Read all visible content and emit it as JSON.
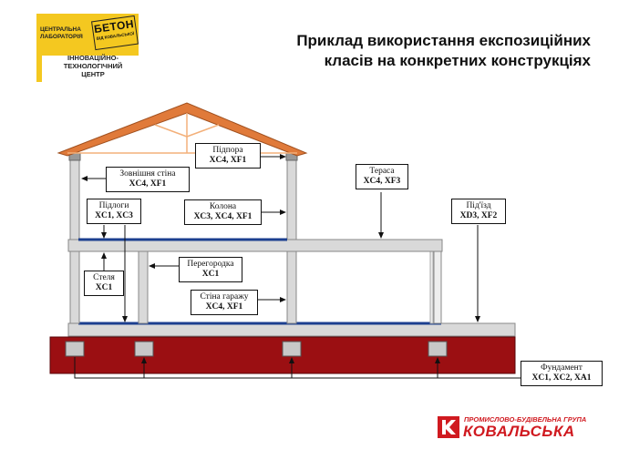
{
  "logo": {
    "lab_line1": "ЦЕНТРАЛЬНА",
    "lab_line2": "ЛАБОРАТОРІЯ",
    "badge": "БЕТОН",
    "badge_small": "ВІД КОВАЛЬСЬКОЇ",
    "center_line1": "ІННОВАЦІЙНО-",
    "center_line2": "ТЕХНОЛОГІЧНИЙ",
    "center_line3": "ЦЕНТР"
  },
  "title": {
    "line1": "Приклад використання експозиційних",
    "line2": "класів на конкретних конструкціях"
  },
  "labels": {
    "pidpora": {
      "name": "Підпора",
      "code": "XC4, XF1"
    },
    "zovnishnia": {
      "name": "Зовнішня стіна",
      "code": "XC4, XF1"
    },
    "terasa": {
      "name": "Тераса",
      "code": "XC4, XF3"
    },
    "pidlogy": {
      "name": "Підлоги",
      "code": "XC1, XC3"
    },
    "kolona": {
      "name": "Колона",
      "code": "XC3, XC4, XF1"
    },
    "pidizd": {
      "name": "Під'їзд",
      "code": "XD3, XF2"
    },
    "peregorodka": {
      "name": "Перегородка",
      "code": "XC1"
    },
    "stelia": {
      "name": "Стеля",
      "code": "XC1"
    },
    "stina_garazhu": {
      "name": "Стіна гаражу",
      "code": "XC4, XF1"
    },
    "fundament": {
      "name": "Фундамент",
      "code": "XC1, XC2, XA1"
    }
  },
  "company": {
    "group": "ПРОМИСЛОВО-БУДІВЕЛЬНА ГРУПА",
    "name": "КОВАЛЬСЬКА"
  },
  "colors": {
    "roof": "#e07a3a",
    "foundation": "#9b0f12",
    "structure": "#d9d9d9",
    "slab_line": "#1c3f8f",
    "brand": "#d01a20",
    "logo_yellow": "#f4c820"
  }
}
